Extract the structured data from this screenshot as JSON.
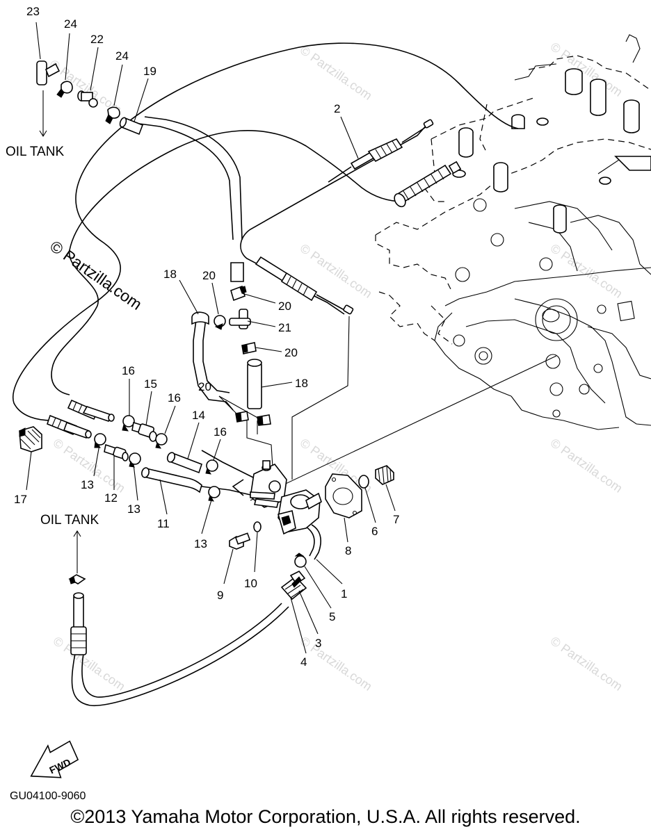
{
  "labels": {
    "oil_tank_top": "OIL TANK",
    "oil_tank_bottom": "OIL TANK",
    "fwd": "FWD",
    "ref_code": "GU04100-9060",
    "watermark_main": "© Partzilla.com",
    "watermark_small": "© Partzilla.com"
  },
  "copyright": "©2013 Yamaha Motor Corporation, U.S.A. All rights reserved.",
  "callouts": [
    "23",
    "24",
    "22",
    "24",
    "19",
    "2",
    "18",
    "20",
    "20",
    "21",
    "20",
    "18",
    "16",
    "15",
    "16",
    "20",
    "14",
    "16",
    "13",
    "12",
    "13",
    "11",
    "13",
    "17",
    "9",
    "10",
    "8",
    "6",
    "7",
    "1",
    "5",
    "3",
    "4"
  ]
}
